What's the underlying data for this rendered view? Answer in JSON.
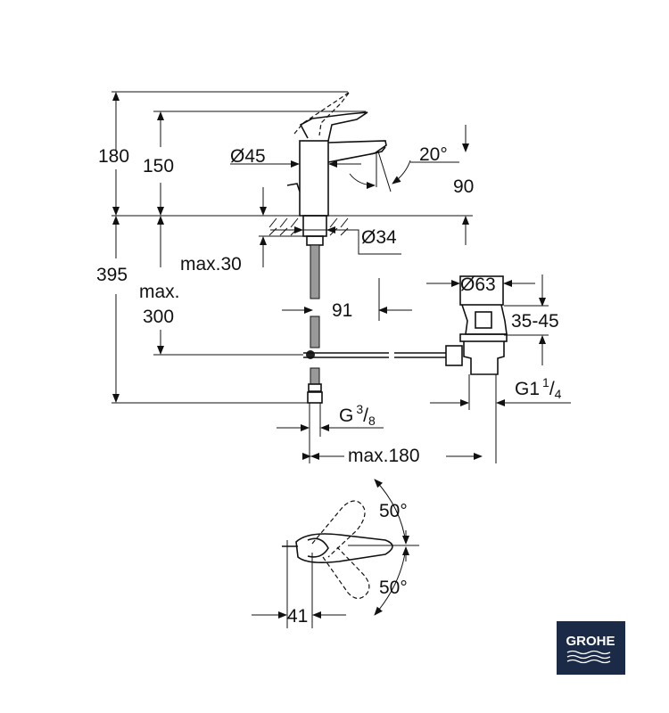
{
  "dimensions": {
    "total_height": "180",
    "spout_height": "150",
    "body_diameter": "Ø45",
    "spout_angle": "20°",
    "spout_reach_angle_value": "90",
    "hole_diameter": "Ø34",
    "max_counter": "max.30",
    "below_counter": "395",
    "max_label": "max.",
    "max_300": "300",
    "rod_offset": "91",
    "drain_diameter": "Ø63",
    "drain_height": "35-45",
    "drain_thread_main": "G1",
    "drain_thread_num": "1",
    "drain_thread_den": "4",
    "inlet_thread_main": "G",
    "inlet_thread_num": "3",
    "inlet_thread_den": "8",
    "max_180": "max.180",
    "lever_angle_top": "50°",
    "lever_angle_bottom": "50°",
    "lever_offset": "41"
  },
  "logo": {
    "brand": "GROHE",
    "background": "#1b2a47"
  }
}
